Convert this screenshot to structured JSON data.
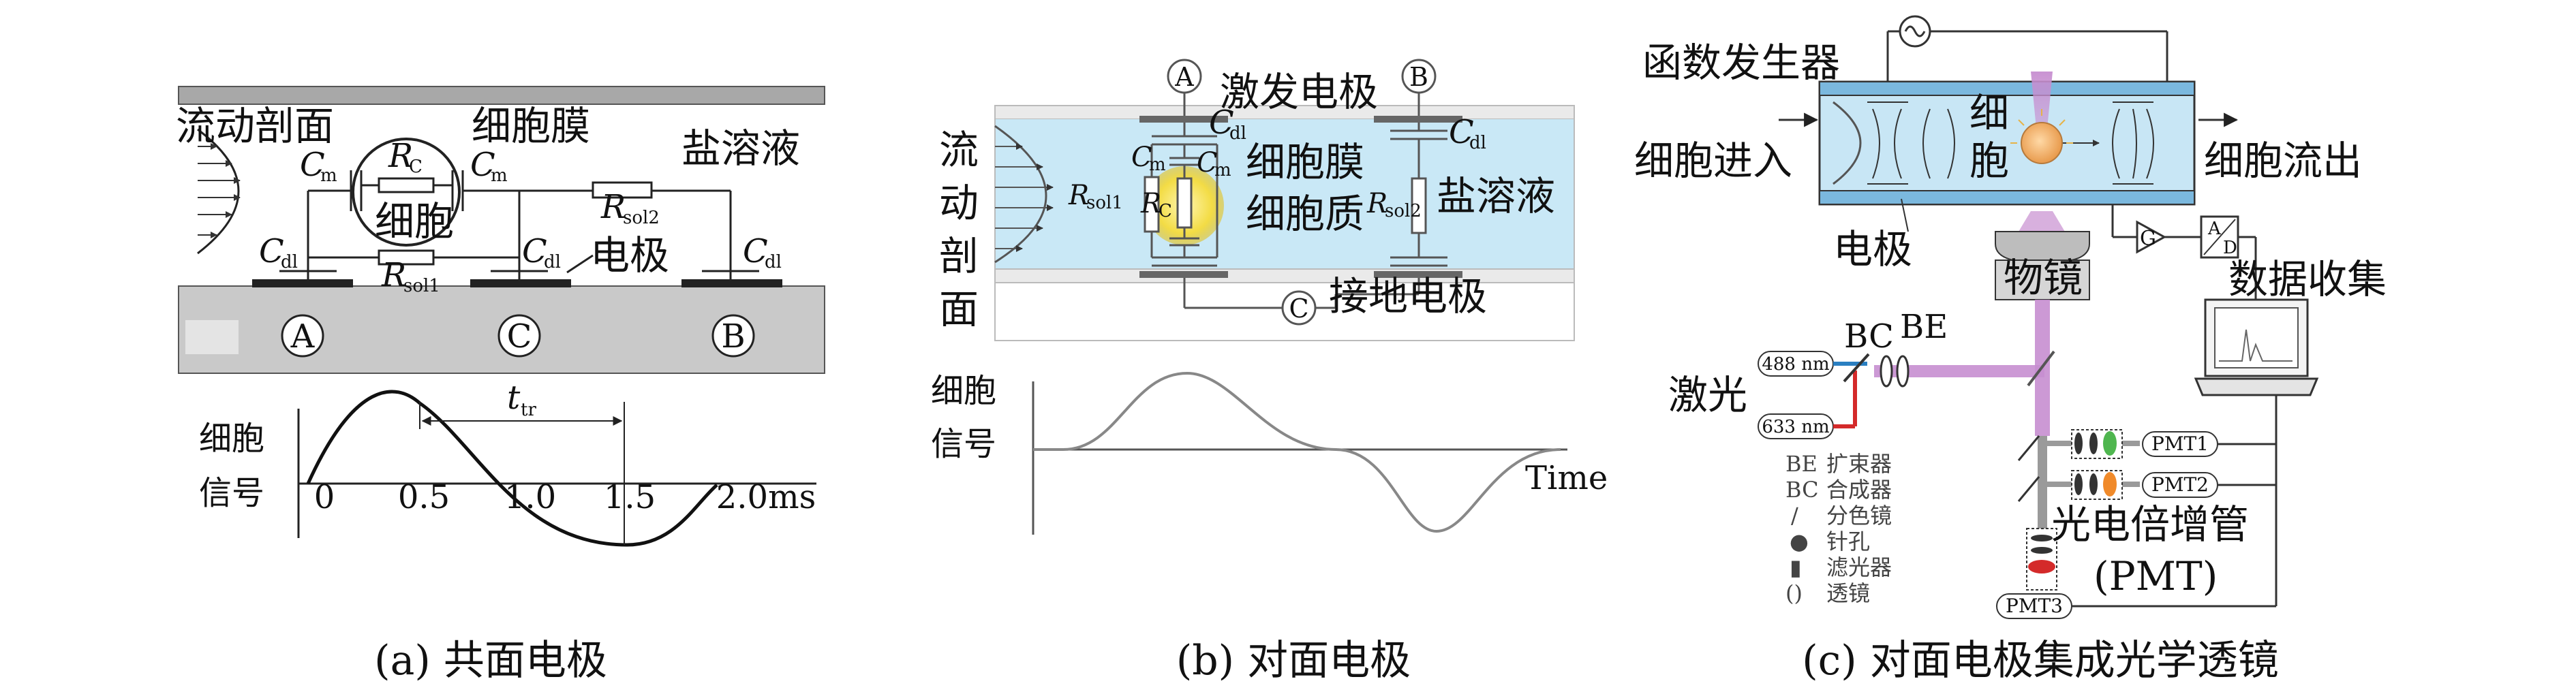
{
  "panel_a": {
    "labels": {
      "flow_profile": "流动剖面",
      "cell_membrane": "细胞膜",
      "salt_solution": "盐溶液",
      "cell": "细胞",
      "electrode": "电极",
      "cm_left": "C",
      "cm_left_sub": "m",
      "cm_right": "C",
      "cm_right_sub": "m",
      "rc": "R",
      "rc_sub": "C",
      "rsol1": "R",
      "rsol1_sub": "sol1",
      "rsol2": "R",
      "rsol2_sub": "sol2",
      "cdl1": "C",
      "cdl1_sub": "dl",
      "cdl2": "C",
      "cdl2_sub": "dl",
      "cdl3": "C",
      "cdl3_sub": "dl",
      "node_a": "A",
      "node_c": "C",
      "node_b": "B",
      "signal_label_1": "细胞",
      "signal_label_2": "信号",
      "ttr": "t",
      "ttr_sub": "tr"
    },
    "ticks": [
      "0",
      "0.5",
      "1.0",
      "1.5",
      "2.0ms"
    ],
    "caption": "(a) 共面电极"
  },
  "panel_b": {
    "labels": {
      "node_a": "A",
      "node_b": "B",
      "node_c": "C",
      "excitation_electrode": "激发电极",
      "flow_1": "流",
      "flow_2": "动",
      "flow_3": "剖",
      "flow_4": "面",
      "cdl_left": "C",
      "cdl_left_sub": "dl",
      "cdl_right": "C",
      "cdl_right_sub": "dl",
      "cm_1": "C",
      "cm_1_sub": "m",
      "cm_2": "C",
      "cm_2_sub": "m",
      "rsol1": "R",
      "rsol1_sub": "sol1",
      "rc": "R",
      "rc_sub": "C",
      "rsol2": "R",
      "rsol2_sub": "sol2",
      "cell_membrane": "细胞膜",
      "cytoplasm": "细胞质",
      "salt_solution": "盐溶液",
      "ground_electrode": "接地电极",
      "signal_label_1": "细胞",
      "signal_label_2": "信号",
      "time": "Time"
    },
    "caption": "(b) 对面电极"
  },
  "panel_c": {
    "labels": {
      "function_generator": "函数发生器",
      "cell_in": "细胞进入",
      "cell_1": "细",
      "cell_2": "胞",
      "cell_out": "细胞流出",
      "electrode": "电极",
      "objective": "物镜",
      "gain": "G",
      "ad_a": "A",
      "ad_d": "D",
      "data_collection": "数据收集",
      "laser": "激光",
      "laser_488": "488 nm",
      "laser_633": "633 nm",
      "bc": "BC",
      "be": "BE",
      "pmt1": "PMT1",
      "pmt2": "PMT2",
      "pmt3": "PMT3",
      "pmt_title": "光电倍增管",
      "pmt_abbr": "(PMT)"
    },
    "legend": [
      {
        "key": "BE",
        "text": "扩束器"
      },
      {
        "key": "BC",
        "text": "合成器"
      },
      {
        "key": "/",
        "text": "分色镜"
      },
      {
        "key": "●",
        "text": "针孔"
      },
      {
        "key": "▮",
        "text": "滤光器"
      },
      {
        "key": "()",
        "text": "透镜"
      }
    ],
    "colors": {
      "channel": "#c8e6f5",
      "laser_blue": "#2a7fc1",
      "laser_red": "#d42a2a",
      "beam_purple": "#b97fc4",
      "cell": "#f2b86a"
    },
    "caption": "(c) 对面电极集成光学透镜"
  },
  "colors": {
    "channel_b": "#c9e8f6",
    "cell_yellow": "#f6e15a",
    "substrate": "#c9c9c9",
    "top_plate": "#a8a8a8"
  }
}
